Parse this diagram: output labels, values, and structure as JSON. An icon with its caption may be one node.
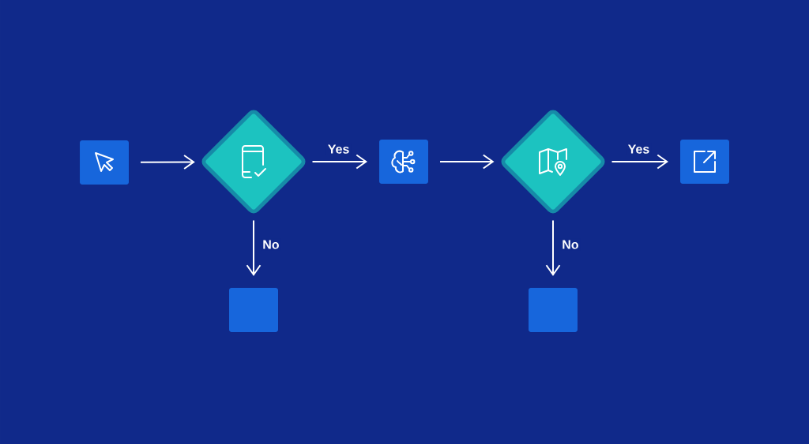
{
  "diagram": {
    "nodes": [
      {
        "text": [],
        "shape": "box"
      },
      {
        "text": [],
        "shape": "diamond"
      },
      {
        "text": [],
        "shape": "box"
      },
      {
        "text": [],
        "shape": "diamond"
      },
      {
        "text": [],
        "shape": "box"
      },
      {
        "text": [],
        "shape": "box"
      },
      {
        "text": [],
        "shape": "box"
      }
    ],
    "edges": [
      {
        "from": 0,
        "to": 1,
        "arrow": "to"
      },
      {
        "from": 1,
        "to": 2,
        "arrow": "to",
        "label": "Yes"
      },
      {
        "from": 1,
        "to": 5,
        "arrow": "to",
        "label": "No"
      },
      {
        "from": 2,
        "to": 3,
        "arrow": "to"
      },
      {
        "from": 3,
        "to": 4,
        "arrow": "to",
        "label": "Yes"
      },
      {
        "from": 3,
        "to": 6,
        "arrow": "to",
        "label": "No"
      }
    ]
  }
}
